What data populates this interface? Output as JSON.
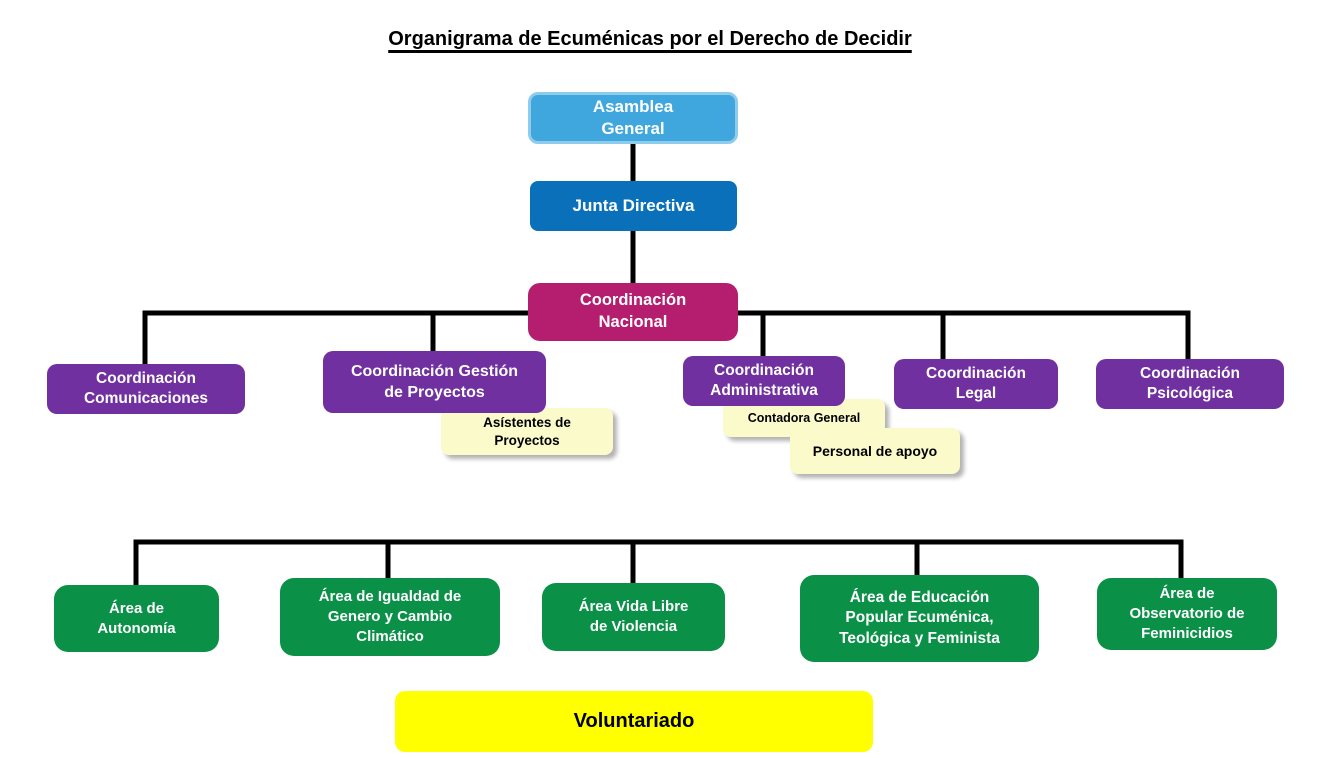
{
  "title": "Organigrama de Ecuménicas por el Derecho de Decidir",
  "colors": {
    "light_blue_fill": "#3fa7de",
    "light_blue_border": "#8fccec",
    "blue": "#0b70ba",
    "magenta": "#b51e6f",
    "purple": "#7030a0",
    "pale_yellow_note": "#fafacb",
    "green": "#0a9147",
    "bright_yellow": "#ffff00",
    "connector_line": "#000000",
    "text_on_dark": "#ffffff",
    "text_on_light": "#000000"
  },
  "nodes": {
    "asamblea_general": {
      "label": "Asamblea\nGeneral"
    },
    "junta_directiva": {
      "label": "Junta Directiva"
    },
    "coordinacion_nacional": {
      "label": "Coordinación\nNacional"
    },
    "coordinacion_comunicaciones": {
      "label": "Coordinación\nComunicaciones"
    },
    "coordinacion_gestion_proyectos": {
      "label": "Coordinación Gestión\nde Proyectos"
    },
    "asistentes_proyectos": {
      "label": "Asístentes de\nProyectos"
    },
    "coordinacion_administrativa": {
      "label": "Coordinación\nAdministrativa"
    },
    "contadora_general": {
      "label": "Contadora General"
    },
    "personal_apoyo": {
      "label": "Personal de apoyo"
    },
    "coordinacion_legal": {
      "label": "Coordinación\nLegal"
    },
    "coordinacion_psicologica": {
      "label": "Coordinación\nPsicológica"
    },
    "area_autonomia": {
      "label": "Área de\nAutonomía"
    },
    "area_igualdad": {
      "label": "Área de Igualdad de\nGenero y Cambio\nClimático"
    },
    "area_vida_libre": {
      "label": "Área Vida Libre\nde Violencia"
    },
    "area_educacion": {
      "label": "Área de Educación\nPopular Ecuménica,\nTeológica y Feminista"
    },
    "area_observatorio": {
      "label": "Área de\nObservatorio de\nFeminicidios"
    },
    "voluntariado": {
      "label": "Voluntariado"
    }
  }
}
